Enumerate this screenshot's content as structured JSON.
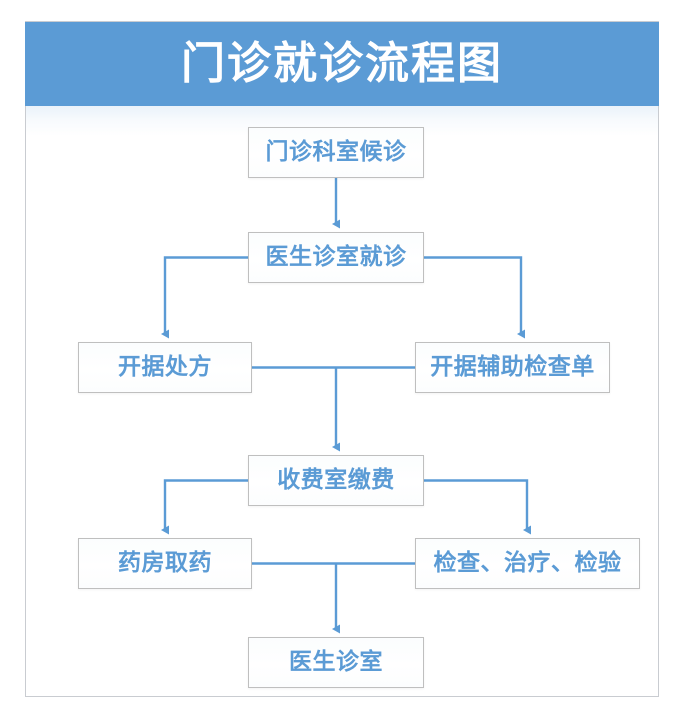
{
  "banner": {
    "title": "门诊就诊流程图",
    "background_color": "#5B9BD5",
    "text_color": "#FFFFFF"
  },
  "theme": {
    "accent_color": "#5B9BD5",
    "node_border_color": "#BFBFBF",
    "node_fill_color": "#FFFFFF",
    "connector_color": "#5B9BD5",
    "card_border_color": "#C9CCD1",
    "page_background": "#FFFFFF"
  },
  "chart_data": {
    "type": "diagram",
    "title": "门诊就诊流程图",
    "nodes": [
      {
        "id": "waiting",
        "label": "门诊科室候诊",
        "level": 1,
        "column": "center"
      },
      {
        "id": "consult",
        "label": "医生诊室就诊",
        "level": 2,
        "column": "center"
      },
      {
        "id": "prescription",
        "label": "开据处方",
        "level": 3,
        "column": "left"
      },
      {
        "id": "examform",
        "label": "开据辅助检查单",
        "level": 3,
        "column": "right"
      },
      {
        "id": "payment",
        "label": "收费室缴费",
        "level": 4,
        "column": "center"
      },
      {
        "id": "pharmacy",
        "label": "药房取药",
        "level": 5,
        "column": "left"
      },
      {
        "id": "exam",
        "label": "检查、治疗、检验",
        "level": 5,
        "column": "right"
      },
      {
        "id": "return",
        "label": "医生诊室",
        "level": 6,
        "column": "center"
      }
    ],
    "edges": [
      {
        "from": "waiting",
        "to": "consult",
        "style": "straight-down",
        "arrow": true
      },
      {
        "from": "consult",
        "to": "prescription",
        "style": "elbow-left",
        "arrow": true
      },
      {
        "from": "consult",
        "to": "examform",
        "style": "elbow-right",
        "arrow": true
      },
      {
        "from": "prescription",
        "to": "payment",
        "style": "merge-down",
        "arrow": true
      },
      {
        "from": "examform",
        "to": "payment",
        "style": "merge-down",
        "arrow": true
      },
      {
        "from": "payment",
        "to": "pharmacy",
        "style": "elbow-left",
        "arrow": true
      },
      {
        "from": "payment",
        "to": "exam",
        "style": "elbow-right",
        "arrow": true
      },
      {
        "from": "pharmacy",
        "to": "return",
        "style": "merge-down",
        "arrow": true
      },
      {
        "from": "exam",
        "to": "return",
        "style": "merge-down",
        "arrow": true
      }
    ]
  }
}
